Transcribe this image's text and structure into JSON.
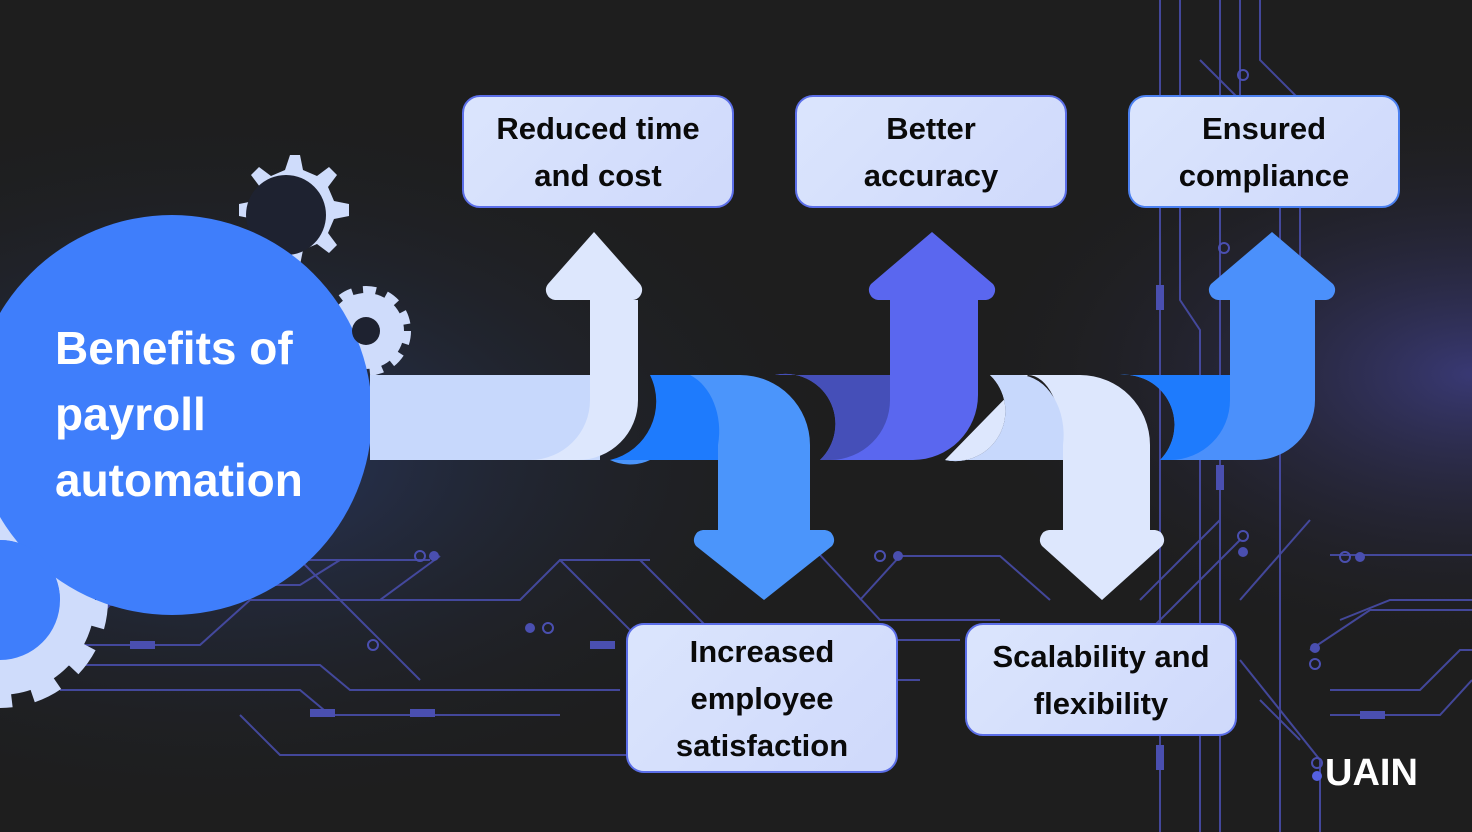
{
  "title": "Benefits of\npayroll\nautomation",
  "benefits": [
    {
      "label": "Reduced time\nand cost",
      "direction": "up",
      "color": "#dde7fd"
    },
    {
      "label": "Increased\nemployee\nsatisfaction",
      "direction": "down",
      "color": "#4b95fb"
    },
    {
      "label": "Better\naccuracy",
      "direction": "up",
      "color": "#5a67ef"
    },
    {
      "label": "Scalability and\nflexibility",
      "direction": "down",
      "color": "#dde7fd"
    },
    {
      "label": "Ensured\ncompliance",
      "direction": "up",
      "color": "#4b90fb"
    }
  ],
  "logo": "UAIN",
  "colors": {
    "background": "#1e1e1e",
    "circle": "#3f7efb",
    "gear": "#cfdcfb",
    "circuit": "#4a4fb0",
    "box_border": "#5b6ee8"
  }
}
